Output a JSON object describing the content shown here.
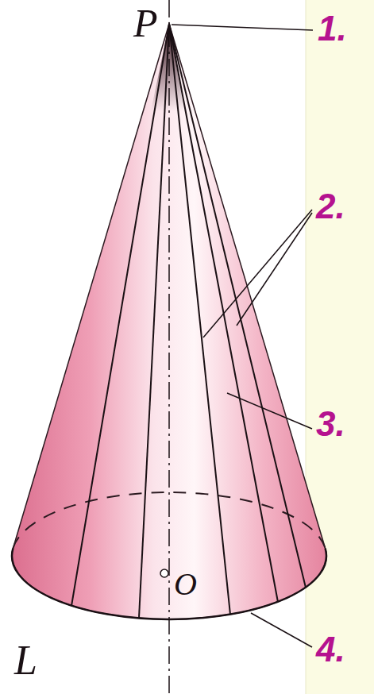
{
  "diagram": {
    "labels": [
      "P",
      "1.",
      "2.",
      "3.",
      "4.",
      "O",
      "L"
    ]
  }
}
